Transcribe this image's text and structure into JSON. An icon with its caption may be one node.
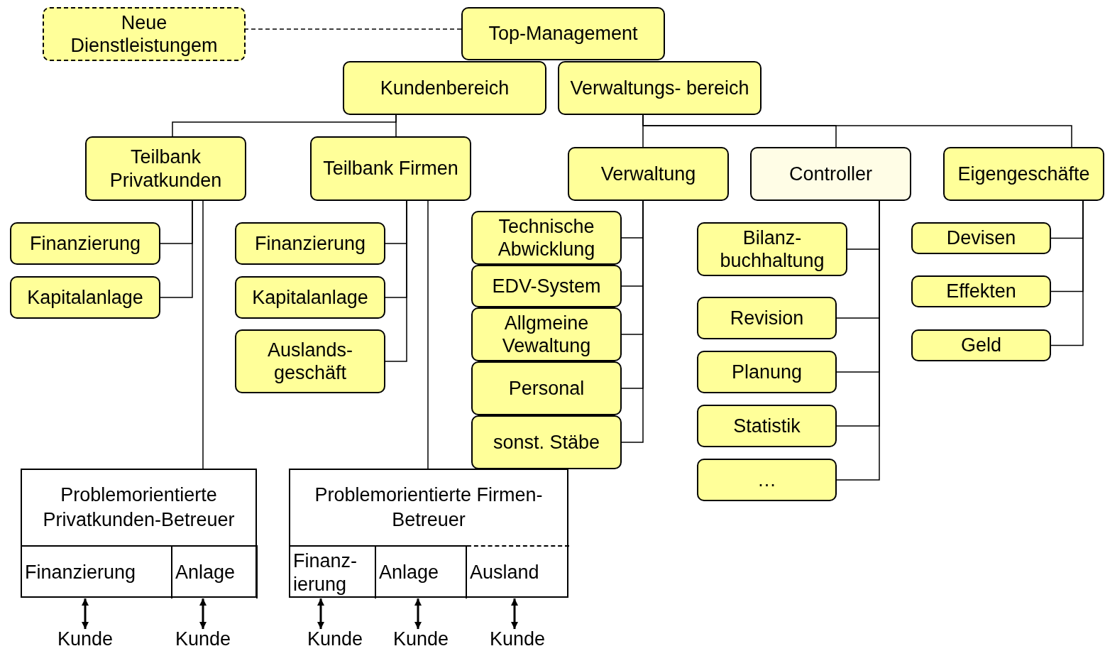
{
  "diagram": {
    "nodes": [
      {
        "text": [
          "Neue Dienstleistungem"
        ]
      },
      {
        "text": [
          "Top-Management"
        ]
      },
      {
        "text": [
          "Kundenbereich"
        ]
      },
      {
        "text": [
          "Verwaltungs- bereich"
        ]
      },
      {
        "text": [
          "Teilbank Privatkunden"
        ]
      },
      {
        "text": [
          "Teilbank Firmen"
        ]
      },
      {
        "text": [
          "Verwaltung"
        ]
      },
      {
        "text": [
          "Controller"
        ]
      },
      {
        "text": [
          "Eigengeschäfte"
        ]
      },
      {
        "text": [
          "Finanzierung"
        ]
      },
      {
        "text": [
          "Kapitalanlage"
        ]
      },
      {
        "text": [
          "Finanzierung"
        ]
      },
      {
        "text": [
          "Kapitalanlage"
        ]
      },
      {
        "text": [
          "Auslands- geschäft"
        ]
      },
      {
        "text": [
          "Technische Abwicklung"
        ]
      },
      {
        "text": [
          "EDV-System"
        ]
      },
      {
        "text": [
          "Allgmeine Vewaltung"
        ]
      },
      {
        "text": [
          "Personal"
        ]
      },
      {
        "text": [
          "sonst. Stäbe"
        ]
      },
      {
        "text": [
          "Bilanz- buchhaltung"
        ]
      },
      {
        "text": [
          "Revision"
        ]
      },
      {
        "text": [
          "Planung"
        ]
      },
      {
        "text": [
          "Statistik"
        ]
      },
      {
        "text": [
          "…"
        ]
      },
      {
        "text": [
          "Devisen"
        ]
      },
      {
        "text": [
          "Effekten"
        ]
      },
      {
        "text": [
          "Geld"
        ]
      },
      {
        "text": [
          "Problemorientierte Privatkunden-Betreuer"
        ]
      },
      {
        "text": [
          "Finanzierung"
        ],
        "in": 27
      },
      {
        "text": [
          "Anlage"
        ],
        "in": 27
      },
      {
        "text": [
          "Problemorientierte Firmen-Betreuer"
        ]
      },
      {
        "text": [
          "Finanz- ierung"
        ],
        "in": 30
      },
      {
        "text": [
          "Anlage"
        ],
        "in": 30
      },
      {
        "text": [
          "Ausland"
        ],
        "in": 30
      },
      {
        "text": [
          "Kunde"
        ]
      },
      {
        "text": [
          "Kunde"
        ]
      },
      {
        "text": [
          "Kunde"
        ]
      },
      {
        "text": [
          "Kunde"
        ]
      },
      {
        "text": [
          "Kunde"
        ]
      }
    ],
    "edges": [
      {
        "from": 1,
        "to": 0,
        "arrow": "none",
        "style": "dashed"
      },
      {
        "from": 2,
        "to": 4,
        "arrow": "none"
      },
      {
        "from": 2,
        "to": 5,
        "arrow": "none"
      },
      {
        "from": 3,
        "to": 6,
        "arrow": "none"
      },
      {
        "from": 3,
        "to": 7,
        "arrow": "none"
      },
      {
        "from": 3,
        "to": 8,
        "arrow": "none"
      },
      {
        "from": 4,
        "to": 9,
        "arrow": "none"
      },
      {
        "from": 4,
        "to": 10,
        "arrow": "none"
      },
      {
        "from": 4,
        "to": 27,
        "arrow": "none"
      },
      {
        "from": 5,
        "to": 11,
        "arrow": "none"
      },
      {
        "from": 5,
        "to": 12,
        "arrow": "none"
      },
      {
        "from": 5,
        "to": 13,
        "arrow": "none"
      },
      {
        "from": 5,
        "to": 30,
        "arrow": "none"
      },
      {
        "from": 6,
        "to": 14,
        "arrow": "none"
      },
      {
        "from": 6,
        "to": 15,
        "arrow": "none"
      },
      {
        "from": 6,
        "to": 16,
        "arrow": "none"
      },
      {
        "from": 6,
        "to": 17,
        "arrow": "none"
      },
      {
        "from": 6,
        "to": 18,
        "arrow": "none"
      },
      {
        "from": 7,
        "to": 19,
        "arrow": "none"
      },
      {
        "from": 7,
        "to": 20,
        "arrow": "none"
      },
      {
        "from": 7,
        "to": 21,
        "arrow": "none"
      },
      {
        "from": 7,
        "to": 22,
        "arrow": "none"
      },
      {
        "from": 7,
        "to": 23,
        "arrow": "none"
      },
      {
        "from": 8,
        "to": 24,
        "arrow": "none"
      },
      {
        "from": 8,
        "to": 25,
        "arrow": "none"
      },
      {
        "from": 8,
        "to": 26,
        "arrow": "none"
      },
      {
        "from": 28,
        "to": 34,
        "arrow": "both"
      },
      {
        "from": 29,
        "to": 35,
        "arrow": "both"
      },
      {
        "from": 31,
        "to": 36,
        "arrow": "both"
      },
      {
        "from": 32,
        "to": 37,
        "arrow": "both"
      },
      {
        "from": 33,
        "to": 38,
        "arrow": "both"
      }
    ]
  }
}
